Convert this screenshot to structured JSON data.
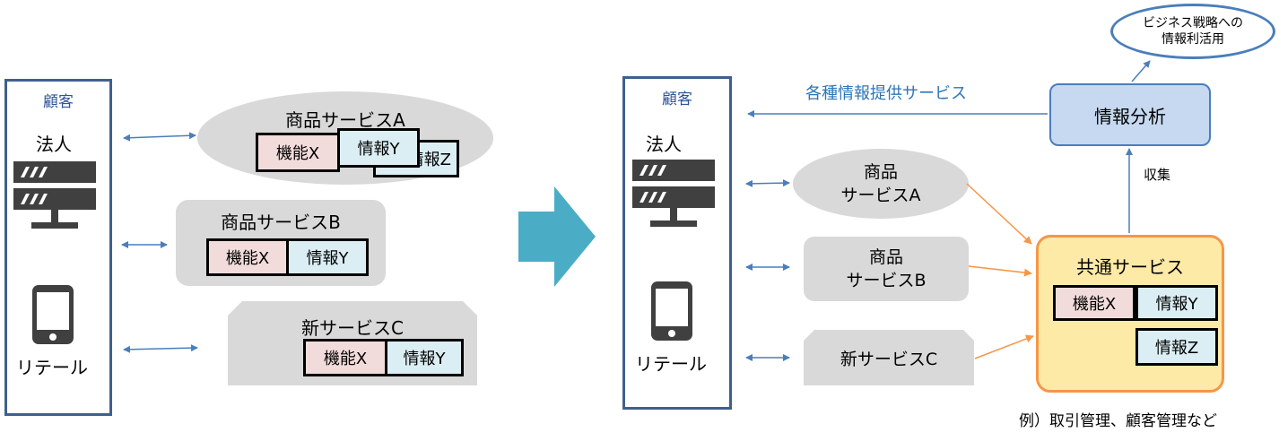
{
  "left": {
    "customer": {
      "title": "顧客",
      "corporate": "法人",
      "retail": "リテール"
    },
    "service_a": {
      "title": "商品サービスA",
      "func": "機能X",
      "info": "情報Y",
      "back": "情報Z"
    },
    "service_b": {
      "title": "商品サービスB",
      "func": "機能X",
      "info": "情報Y"
    },
    "service_c": {
      "title": "新サービスC",
      "func": "機能X",
      "info": "情報Y"
    }
  },
  "right": {
    "customer": {
      "title": "顧客",
      "corporate": "法人",
      "retail": "リテール"
    },
    "info_service_label": "各種情報提供サービス",
    "analysis": "情報分析",
    "strategy": {
      "line1": "ビジネス戦略への",
      "line2": "情報利活用"
    },
    "collect": "収集",
    "service_a": {
      "line1": "商品",
      "line2": "サービスA"
    },
    "service_b": {
      "line1": "商品",
      "line2": "サービスB"
    },
    "service_c": "新サービスC",
    "common": {
      "title": "共通サービス",
      "func": "機能X",
      "info_y": "情報Y",
      "info_z": "情報Z"
    },
    "example": "例）取引管理、顧客管理など"
  },
  "colors": {
    "customer_border": "#3f5f8f",
    "arrow_blue": "#4a7ebb",
    "arrow_orange": "#f79646",
    "transition_arrow": "#4bacc6",
    "analysis_fill": "#c6d9f1",
    "common_fill": "#fdeaa7"
  }
}
